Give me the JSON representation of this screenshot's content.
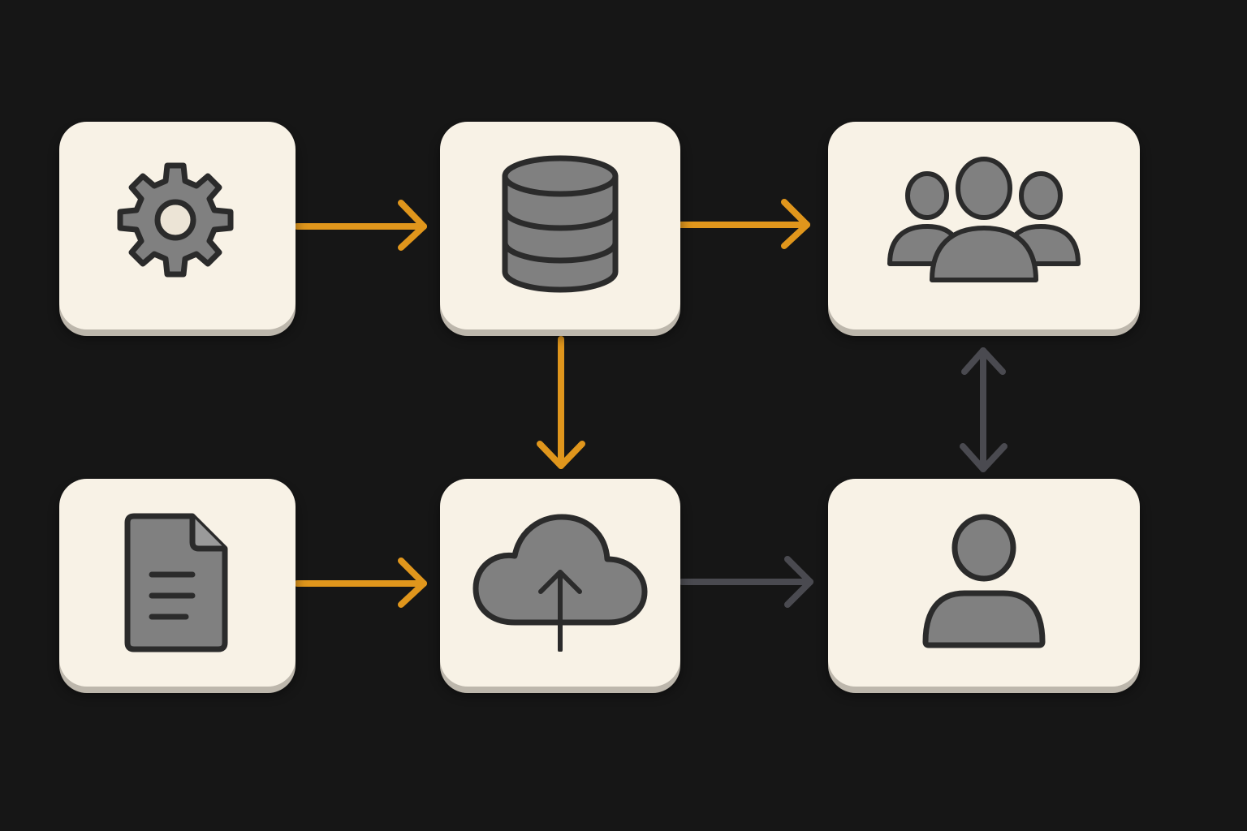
{
  "colors": {
    "background": "#161616",
    "card": "#f8f2e6",
    "icon_fill": "#808080",
    "icon_stroke": "#2b2b2b",
    "arrow_primary": "#e0961c",
    "arrow_secondary": "#4a4a50"
  },
  "nodes": [
    {
      "id": "settings",
      "icon": "gear-icon"
    },
    {
      "id": "database",
      "icon": "database-icon"
    },
    {
      "id": "users",
      "icon": "users-group-icon"
    },
    {
      "id": "document",
      "icon": "document-icon"
    },
    {
      "id": "cloud-upload",
      "icon": "cloud-upload-icon"
    },
    {
      "id": "user",
      "icon": "user-icon"
    }
  ],
  "edges": [
    {
      "from": "settings",
      "to": "database",
      "color": "#e0961c",
      "direction": "forward"
    },
    {
      "from": "database",
      "to": "users",
      "color": "#e0961c",
      "direction": "forward"
    },
    {
      "from": "database",
      "to": "cloud-upload",
      "color": "#e0961c",
      "direction": "forward"
    },
    {
      "from": "document",
      "to": "cloud-upload",
      "color": "#e0961c",
      "direction": "forward"
    },
    {
      "from": "cloud-upload",
      "to": "user",
      "color": "#4a4a50",
      "direction": "forward"
    },
    {
      "from": "users",
      "to": "user",
      "color": "#4a4a50",
      "direction": "both"
    }
  ]
}
